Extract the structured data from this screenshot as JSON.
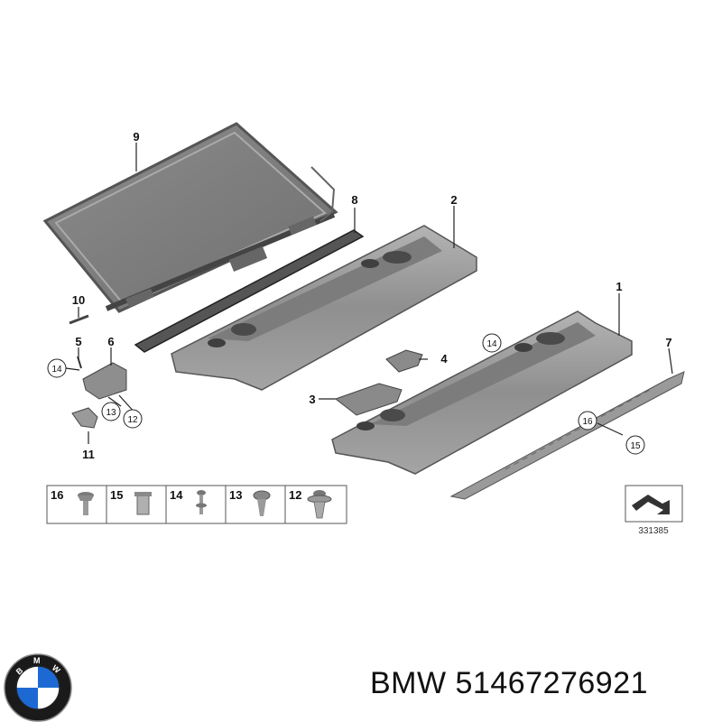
{
  "callouts": {
    "c1": "1",
    "c2": "2",
    "c3": "3",
    "c4": "4",
    "c5": "5",
    "c6": "6",
    "c7": "7",
    "c8": "8",
    "c9": "9",
    "c10": "10",
    "c11": "11",
    "c12": "12",
    "c13": "13",
    "c14a": "14",
    "c14b": "14",
    "c15": "15",
    "c16": "16"
  },
  "fasteners": [
    {
      "num": "16",
      "icon": "bolt-icon"
    },
    {
      "num": "15",
      "icon": "expanding-nut-icon"
    },
    {
      "num": "14",
      "icon": "screw-icon"
    },
    {
      "num": "13",
      "icon": "rivet-icon"
    },
    {
      "num": "12",
      "icon": "clip-icon"
    }
  ],
  "reference": {
    "number": "331385",
    "icon": "view-direction-arrow-icon"
  },
  "logo": {
    "letters": "BMW",
    "colors": [
      "#1c69d4",
      "#ffffff",
      "#000000"
    ]
  },
  "caption": "BMW 51467276921"
}
